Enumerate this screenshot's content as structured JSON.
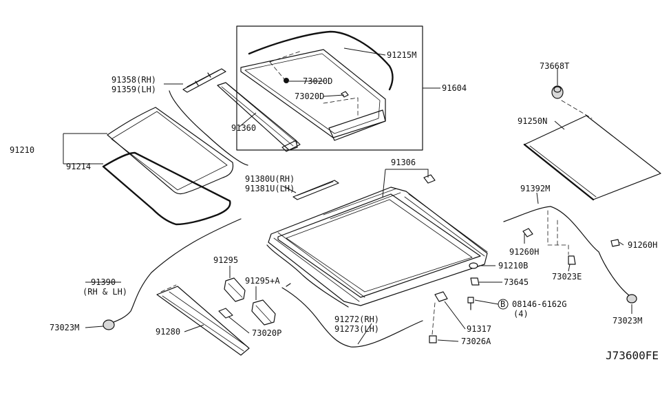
{
  "diagram": {
    "reference_code": "J73600FE",
    "labels": {
      "p91358": "91358(RH)",
      "p91359": "91359(LH)",
      "p91360": "91360",
      "p91210": "91210",
      "p91214": "91214",
      "p91215M": "91215M",
      "p73020D_a": "73020D",
      "p73020D_b": "73020D",
      "p91604": "91604",
      "p73668T": "73668T",
      "p91250N": "91250N",
      "p91306": "91306",
      "p91380U": "91380U(RH)",
      "p91381U": "91381U(LH)",
      "p91392M": "91392M",
      "p91260H_a": "91260H",
      "p91260H_b": "91260H",
      "p73023E": "73023E",
      "p73023M_a": "73023M",
      "p73023M_b": "73023M",
      "p91210B": "91210B",
      "p73645": "73645",
      "p08146": "08146-6162G",
      "p08146_qty": "(4)",
      "p08146_marker": "B",
      "p91317": "91317",
      "p73026A": "73026A",
      "p91272": "91272(RH)",
      "p91273": "91273(LH)",
      "p91295": "91295",
      "p91295A": "91295+A",
      "p73020P": "73020P",
      "p91280": "91280",
      "p91390": "91390",
      "p91390_side": "(RH & LH)"
    }
  }
}
